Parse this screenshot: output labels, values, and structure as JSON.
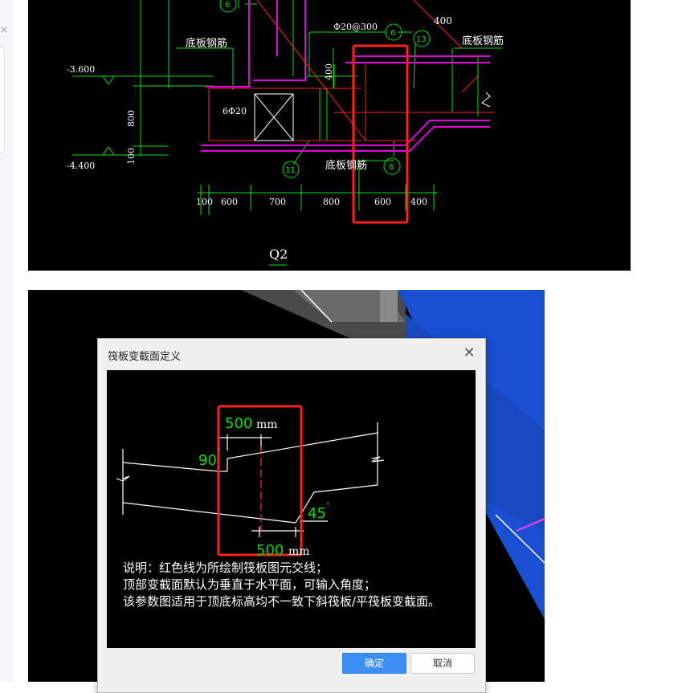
{
  "top_drawing": {
    "elev_upper": "-3.600",
    "elev_lower": "-4.400",
    "dim_800_vertical": "800",
    "dim_100_vertical": "100",
    "dim_400_vertical": "400",
    "dim_400_top": "400",
    "rebar_spec": "Φ20@300",
    "rebar_6": "6Φ20",
    "label_floor_rebar_left": "底板钢筋",
    "label_floor_rebar_right": "底板钢筋",
    "label_floor_rebar_bottom": "底板钢筋",
    "tag_6_top": "6",
    "tag_6_mid": "6",
    "tag_6_bottom": "6",
    "tag_13": "13",
    "tag_11": "11",
    "bottom_dims": [
      "100",
      "600",
      "700",
      "800",
      "600",
      "400"
    ],
    "section_label": "Q2"
  },
  "dialog": {
    "title": "筏板变截面定义",
    "dim_top_value": "500",
    "dim_top_unit": "mm",
    "angle_90": "90",
    "angle_45": "45",
    "dim_bottom_value": "500",
    "dim_bottom_unit": "mm",
    "note_line1": "说明：红色线为所绘制筏板图元交线；",
    "note_line2": "顶部变截面默认为垂直于水平面，可输入角度；",
    "note_line3": "该参数图适用于顶底标高均不一致下斜筏板/平筏板变截面。",
    "ok_label": "确定",
    "cancel_label": "取消"
  }
}
